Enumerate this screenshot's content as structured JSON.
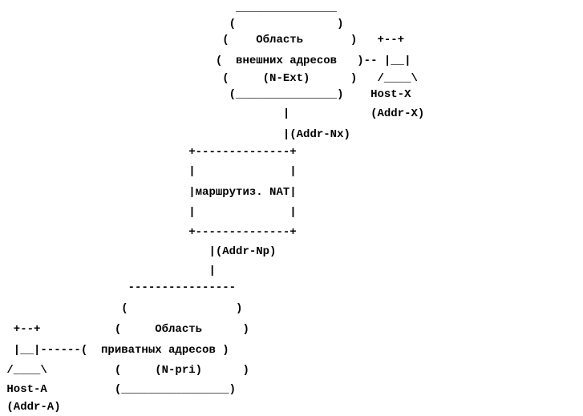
{
  "diagram": {
    "lines": [
      "                                   _______________",
      "                                  (               )",
      "                                 (    Область       )   +--+",
      "                                (  внешних адресов   )-- |__|",
      "                                 (     (N-Ext)      )   /____\\",
      "                                  (_______________)    Host-X",
      "                                          |            (Addr-X)",
      "                                          |(Addr-Nx)",
      "                            +--------------+",
      "                            |              |",
      "                            |маршрутиз. NAT|",
      "                            |              |",
      "                            +--------------+",
      "                               |(Addr-Np)",
      "                               |",
      "                   ----------------",
      "                  (                )",
      "  +--+           (     Область      )",
      "  |__|------(  приватных адресов )",
      " /____\\          (     (N-pri)      )",
      " Host-A          (________________)",
      " (Addr-A)"
    ]
  }
}
